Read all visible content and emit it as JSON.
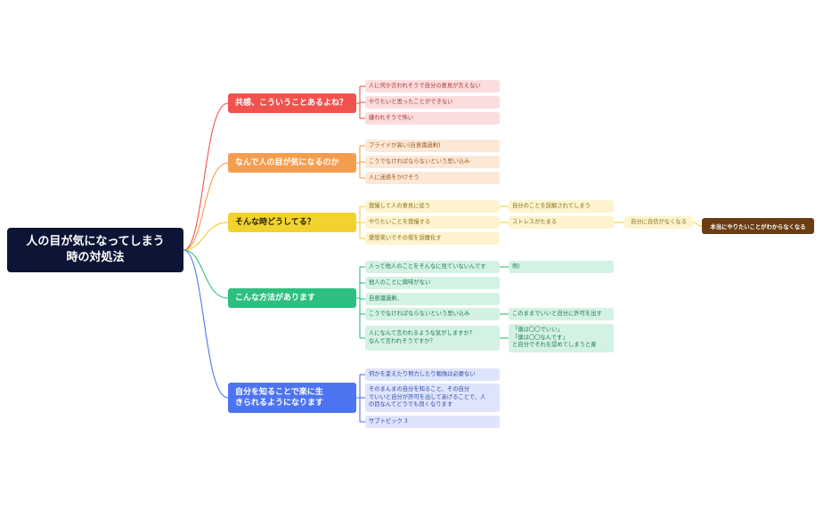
{
  "root": {
    "label": "人の目が気になってしまう\n時の対処法"
  },
  "branches": [
    {
      "label": "共感、こういうことあるよね？",
      "color": "#f2524d",
      "light": "#fcdcdc",
      "text": "#a23a36",
      "items": [
        {
          "label": "人に何か言われそうで自分の意見が言えない"
        },
        {
          "label": "やりたいと思ったことができない"
        },
        {
          "label": "嫌われそうで怖い"
        }
      ]
    },
    {
      "label": "なんで人の目が気になるのか",
      "color": "#f59d4e",
      "light": "#fde8d6",
      "text": "#9a5a22",
      "items": [
        {
          "label": "プライドが高い(自意識過剰)"
        },
        {
          "label": "こうでなければならないという思い込み"
        },
        {
          "label": "人に迷惑をかけそう"
        }
      ]
    },
    {
      "label": "そんな時どうしてる？",
      "color": "#f2d22e",
      "light": "#fdf4cf",
      "text": "#8a6d14",
      "items": [
        {
          "label": "我慢して人の意見に従う",
          "child": {
            "label": "自分のことを誤解されてしまう"
          }
        },
        {
          "label": "やりたいことを我慢する",
          "child": {
            "label": "ストレスがたまる",
            "child": {
              "label": "自分に自信がなくなる",
              "child": {
                "label": "本当にやりたいことがわからなくなる"
              }
            }
          }
        },
        {
          "label": "愛想笑いでその場を誤魔化す"
        }
      ]
    },
    {
      "label": "こんな方法があります",
      "color": "#2dbf7f",
      "light": "#d4f2e4",
      "text": "#1e7a52",
      "items": [
        {
          "label": "人って他人のことをそんなに見ていないんです",
          "child": {
            "label": "例)"
          }
        },
        {
          "label": "他人のことに興味がない"
        },
        {
          "label": "自意識過剰、"
        },
        {
          "label": "こうでなければならないという思い込み",
          "child": {
            "label": "このままでいいと自分に許可を出す"
          }
        },
        {
          "label": "人になんて言われるような気がしますか？\nなんて言われそうですか？",
          "child": {
            "label": "「僕は〇〇でいい」\n「僕は〇〇なんです」\nと自分でそれを認めてしまうと楽"
          }
        }
      ]
    },
    {
      "label": "自分を知ることで楽に生\nきられるようになります",
      "color": "#4d74f0",
      "light": "#dee4fb",
      "text": "#2f4aa8",
      "items": [
        {
          "label": "何かを変えたり努力したり勉強は必要ない"
        },
        {
          "label": "そのまんまの自分を知ること、その自分\nでいいと自分が許可を出してあげることで、人\nの目なんてどうでも良くなります"
        },
        {
          "label": "サブトピック 3"
        }
      ]
    }
  ]
}
